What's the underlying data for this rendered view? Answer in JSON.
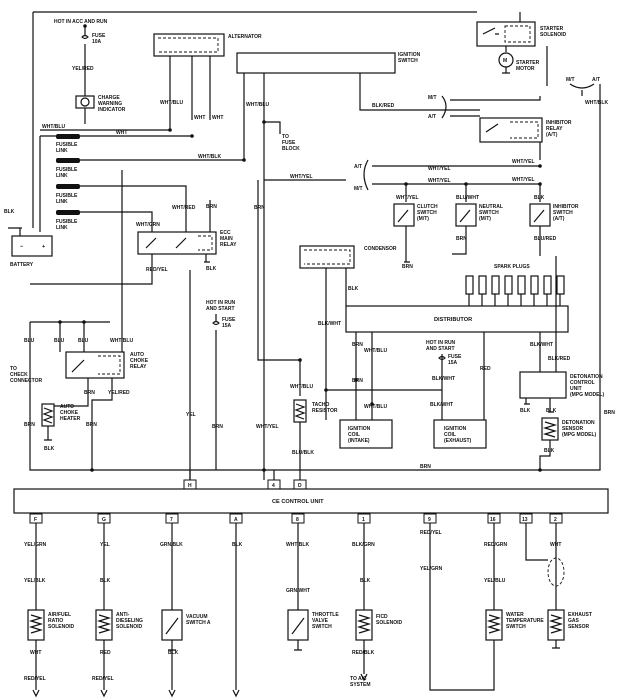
{
  "top": {
    "hot_acc_run": "HOT IN ACC AND RUN",
    "fuse_top": "FUSE",
    "fuse_top_rating": "10A",
    "yel_red_top": "YEL/RED",
    "charge_warning": [
      "CHARGE",
      "WARNING",
      "INDICATOR"
    ],
    "alternator": "ALTERNATOR",
    "ignition_switch": [
      "IGNITION",
      "SWITCH"
    ],
    "starter_solenoid": [
      "STARTER",
      "SOLENOID"
    ],
    "starter_motor": [
      "STARTER",
      "MOTOR"
    ],
    "mt": "M/T",
    "at": "A/T",
    "blk_red_ign": "BLK/RED",
    "mt2": "M/T",
    "at2": "A/T",
    "wht_blk_right": "WHT/BLK",
    "inhibitor_relay": [
      "INHIBITOR",
      "RELAY",
      "(A/T)"
    ]
  },
  "left": {
    "wht_blu_1": "WHT/BLU",
    "wht_blu_2": "WHT/BLU",
    "wht_a": "WHT",
    "wht_b": "WHT",
    "wht_c": "WHT",
    "fusible_links": [
      [
        "FUSIBLE",
        "LINK"
      ],
      [
        "FUSIBLE",
        "LINK"
      ],
      [
        "FUSIBLE",
        "LINK"
      ],
      [
        "FUSIBLE",
        "LINK"
      ]
    ],
    "blk_batt": "BLK",
    "battery": "BATTERY",
    "wht_blk_mid": "WHT/BLK",
    "to_fuse_block": [
      "TO",
      "FUSE",
      "BLOCK"
    ],
    "wht_yel_mid": "WHT/YEL",
    "wht_red": "WHT/RED",
    "wht_grn": "WHT/GRN",
    "brn_ecc": "BRN",
    "ecc_relay": [
      "ECC",
      "MAIN",
      "RELAY"
    ],
    "blk_ecc": "BLK",
    "red_yel": "RED/YEL",
    "brn_top": "BRN"
  },
  "switches": {
    "at3": "A/T",
    "mt3": "M/T",
    "wht_yel_1": "WHT/YEL",
    "wht_yel_2": "WHT/YEL",
    "wht_yel_3": "WHT/YEL",
    "wht_yel_4": "WHT/YEL",
    "blu_wht": "BLU/WHT",
    "blk_sw": "BLK",
    "clutch_switch": [
      "CLUTCH",
      "SWITCH",
      "(M/T)"
    ],
    "neutral_switch": [
      "NEUTRAL",
      "SWITCH",
      "(M/T)"
    ],
    "inhibitor_switch": [
      "INHIBITOR",
      "SWITCH",
      "(A/T)"
    ],
    "brn_sw1": "BRN",
    "brn_sw2": "BRN",
    "blu_red": "BLU/RED"
  },
  "middle": {
    "condensor": "CONDENSOR",
    "spark_plugs": "SPARK PLUGS",
    "blk_cond": "BLK",
    "blk_wht_dist": "BLK/WHT",
    "distributor": "DISTRIBUTOR",
    "hot_run_start": [
      "HOT IN RUN",
      "AND START"
    ],
    "fuse_mid": "FUSE",
    "fuse_mid_rating": "15A",
    "blu_1": "BLU",
    "blu_2": "BLU",
    "blu_3": "BLU",
    "wht_blu_3": "WHT/BLU",
    "auto_choke_relay": [
      "AUTO",
      "CHOKE",
      "RELAY"
    ],
    "to_check": [
      "TO",
      "CHECK",
      "CONNECTOR"
    ],
    "auto_choke_heater": [
      "AUTO",
      "CHOKE",
      "HEATER"
    ],
    "brn_acr1": "BRN",
    "yel_red_acr": "YEL/RED",
    "brn_acr2": "BRN",
    "brn_acr3": "BRN",
    "blk_heater": "BLK",
    "yel_mid": "YEL",
    "brn_mid": "BRN",
    "wht_yel_mid2": "WHT/YEL",
    "wht_blu_dist": "WHT/BLU",
    "brn_dist": "BRN",
    "wht_blu_tacho": "WHT/BLU",
    "tacho_resistor": [
      "TACHO",
      "RESISTOR"
    ],
    "blu_blk": "BLU/BLK",
    "brn_ign": "BRN",
    "wht_blu_ign": "WHT/BLU",
    "ign_intake": [
      "IGNITION",
      "COIL",
      "(INTAKE)"
    ],
    "hot_run_start2": [
      "HOT IN RUN",
      "AND START"
    ],
    "fuse_mid2": "FUSE",
    "fuse_mid2_rating": "15A",
    "blk_wht_2": "BLK/WHT",
    "blk_wht_3": "BLK/WHT",
    "ign_exhaust": [
      "IGNITION",
      "COIL",
      "(EXHAUST)"
    ],
    "red_dist": "RED",
    "blk_wht_4": "BLK/WHT",
    "blk_red_det": "BLK/RED",
    "detonation_unit": [
      "DETONATION",
      "CONTROL",
      "UNIT",
      "(MPG MODEL)"
    ],
    "blk_d1": "BLK",
    "blk_d2": "BLK",
    "detonation_sensor": [
      "DETONATION",
      "SENSOR",
      "(MPG MODEL)"
    ],
    "brn_right": "BRN",
    "blk_det": "BLK",
    "brn_bus": "BRN"
  },
  "ce": {
    "title": "CE  CONTROL UNIT",
    "top_pins": [
      "H",
      "4",
      "D"
    ],
    "pins": [
      "F",
      "G",
      "7",
      "A",
      "8",
      "1",
      "9",
      "16",
      "13",
      "2"
    ]
  },
  "bottom": {
    "col_f": [
      "YEL/GRN",
      "YEL/BLK",
      "WHT",
      "RED/YEL"
    ],
    "air_fuel": [
      "AIR/FUEL",
      "RATIO",
      "SOLENOID"
    ],
    "col_g": [
      "YEL",
      "BLK",
      "RED",
      "RED/YEL"
    ],
    "anti_dieseling": [
      "ANTI-",
      "DIESELING",
      "SOLENOID"
    ],
    "col_7": [
      "GRN/BLK",
      "BLK"
    ],
    "vacuum_switch": [
      "VACUUM",
      "SWITCH A"
    ],
    "col_a": [
      "BLK"
    ],
    "col_8": [
      "WHT/BLK",
      "GRN/WHT"
    ],
    "throttle_valve": [
      "THROTTLE",
      "VALVE",
      "SWITCH"
    ],
    "col_1": [
      "BLK/GRN",
      "BLK",
      "RED/BLK"
    ],
    "ficd_solenoid": [
      "FICD",
      "SOLENOID"
    ],
    "to_ac": [
      "TO A/C",
      "SYSTEM"
    ],
    "col_9": [
      "RED/YEL",
      "YEL/GRN"
    ],
    "col_16": [
      "RED/GRN",
      "YEL/BLU"
    ],
    "water_temp": [
      "WATER",
      "TEMPERATURE",
      "SWITCH"
    ],
    "col_2": [
      "WHT"
    ],
    "exhaust_gas": [
      "EXHAUST",
      "GAS",
      "SENSOR"
    ]
  }
}
